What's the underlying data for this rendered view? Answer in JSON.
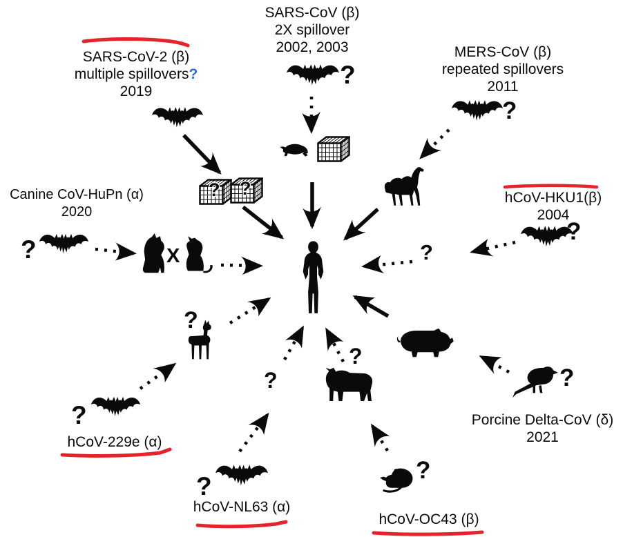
{
  "spillovers": {
    "sars_cov": {
      "name": "SARS-CoV (β)",
      "detail": "2X spillover",
      "years": "2002, 2003"
    },
    "sars_cov_2": {
      "name": "SARS-CoV-2 (β)",
      "detail": "multiple spillovers",
      "detail_q": "?",
      "year": "2019"
    },
    "mers_cov": {
      "name": "MERS-CoV (β)",
      "detail": "repeated spillovers",
      "year": "2011"
    },
    "canine_cov": {
      "name": "Canine CoV-HuPn (α)",
      "year": "2020",
      "cross_glyph": "X"
    },
    "hcov_hku1": {
      "name": "hCoV-HKU1(β)",
      "year": "2004"
    },
    "hcov_229e": {
      "name": "hCoV-229e (α)"
    },
    "hcov_nl63": {
      "name": "hCoV-NL63 (α)"
    },
    "hcov_oc43": {
      "name": "hCoV-OC43 (β)"
    },
    "porcine_delta": {
      "name": "Porcine Delta-CoV (δ)",
      "year": "2021"
    }
  },
  "glyphs": {
    "question_mark": "?"
  },
  "colors": {
    "annotation_red": "#e62329",
    "question_blue": "#2f6bd0",
    "ink": "#0a0a0a"
  },
  "icons": {
    "bat": "bat silhouette (reservoir host)",
    "human": "human silhouette (recipient host)",
    "camel": "camel silhouette",
    "dog": "dog silhouette",
    "cat": "cat silhouette",
    "llama": "llama/alpaca silhouette",
    "pig": "pig silhouette",
    "cow": "cow silhouette",
    "rat": "rat/mouse silhouette",
    "bird": "songbird silhouette",
    "civet": "small carnivore silhouette",
    "cage": "animal cage/crate"
  }
}
